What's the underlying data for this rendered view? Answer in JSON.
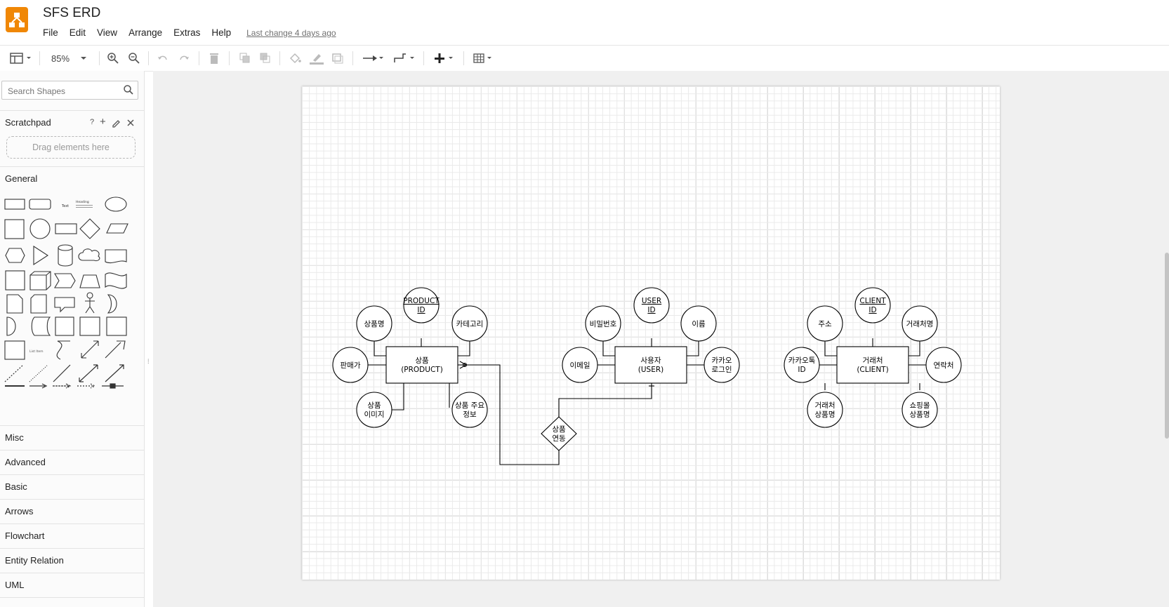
{
  "app": {
    "title": "SFS ERD",
    "last_change": "Last change 4 days ago",
    "brand_color": "#f08705"
  },
  "menu": [
    "File",
    "Edit",
    "View",
    "Arrange",
    "Extras",
    "Help"
  ],
  "toolbar": {
    "zoom": "85%"
  },
  "sidebar": {
    "search_placeholder": "Search Shapes",
    "scratchpad": {
      "title": "Scratchpad",
      "help": "?",
      "add": "+",
      "drag_hint": "Drag elements here"
    },
    "general": "General",
    "general_labels": {
      "text": "Text",
      "heading": "Heading",
      "list_item": "List Item"
    },
    "categories": [
      "Misc",
      "Advanced",
      "Basic",
      "Arrows",
      "Flowchart",
      "Entity Relation",
      "UML"
    ]
  },
  "diagram": {
    "product": {
      "entity": [
        "상품",
        "(PRODUCT)"
      ],
      "id": [
        "PRODUCT",
        "ID"
      ],
      "attrs": {
        "name": [
          "상품명"
        ],
        "category": [
          "카테고리"
        ],
        "seller": [
          "판매가"
        ],
        "image": [
          "상품",
          "이미지"
        ],
        "info": [
          "상품 주요",
          "정보"
        ]
      }
    },
    "user": {
      "entity": [
        "사용자",
        "(USER)"
      ],
      "id": [
        "USER",
        "ID"
      ],
      "attrs": {
        "password": [
          "비밀번호"
        ],
        "name": [
          "이름"
        ],
        "email": [
          "이메일"
        ],
        "kakao": [
          "카카오",
          "로그인"
        ]
      }
    },
    "client": {
      "entity": [
        "거래처",
        "(CLIENT)"
      ],
      "id": [
        "CLIENT",
        "ID"
      ],
      "attrs": {
        "address": [
          "주소"
        ],
        "client_name": [
          "거래처명"
        ],
        "kakao_id": [
          "카카오톡",
          "ID"
        ],
        "contact": [
          "연락처"
        ],
        "product_name": [
          "거래처",
          "상품명"
        ],
        "mall_name": [
          "쇼핑몰",
          "상품명"
        ]
      }
    },
    "relation": [
      "상품",
      "연동"
    ]
  }
}
